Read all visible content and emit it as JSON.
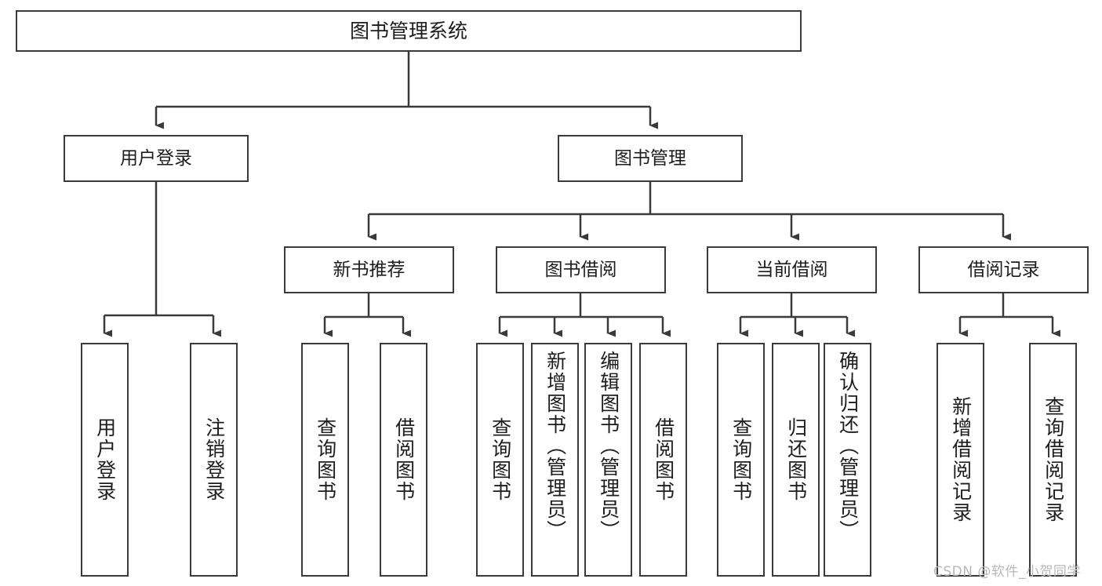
{
  "diagram": {
    "type": "tree-hierarchy-flowchart",
    "root": {
      "id": "root",
      "label": "图书管理系统"
    },
    "level1": [
      {
        "id": "user-login",
        "label": "用户登录"
      },
      {
        "id": "book-management",
        "label": "图书管理"
      }
    ],
    "level2": [
      {
        "id": "new-book-recommend",
        "label": "新书推荐",
        "parent": "book-management"
      },
      {
        "id": "book-borrow",
        "label": "图书借阅",
        "parent": "book-management"
      },
      {
        "id": "current-borrow",
        "label": "当前借阅",
        "parent": "book-management"
      },
      {
        "id": "borrow-record",
        "label": "借阅记录",
        "parent": "book-management"
      }
    ],
    "leaves": [
      {
        "id": "leaf-user-login",
        "label": "用户登录",
        "parent": "user-login"
      },
      {
        "id": "leaf-logout-login",
        "label": "注销登录",
        "parent": "user-login"
      },
      {
        "id": "leaf-query-book-1",
        "label": "查询图书",
        "parent": "new-book-recommend"
      },
      {
        "id": "leaf-borrow-book-1",
        "label": "借阅图书",
        "parent": "new-book-recommend"
      },
      {
        "id": "leaf-query-book-2",
        "label": "查询图书",
        "parent": "book-borrow"
      },
      {
        "id": "leaf-add-book",
        "label": "新增图书（管理员）",
        "parent": "book-borrow"
      },
      {
        "id": "leaf-edit-book",
        "label": "编辑图书（管理员）",
        "parent": "book-borrow"
      },
      {
        "id": "leaf-borrow-book-2",
        "label": "借阅图书",
        "parent": "book-borrow"
      },
      {
        "id": "leaf-query-book-3",
        "label": "查询图书",
        "parent": "current-borrow"
      },
      {
        "id": "leaf-return-book",
        "label": "归还图书",
        "parent": "current-borrow"
      },
      {
        "id": "leaf-confirm-return",
        "label": "确认归还（管理员）",
        "parent": "current-borrow"
      },
      {
        "id": "leaf-add-record",
        "label": "新增借阅记录",
        "parent": "borrow-record"
      },
      {
        "id": "leaf-query-record",
        "label": "查询借阅记录",
        "parent": "borrow-record"
      }
    ],
    "watermark": "CSDN @软件_小贺同学",
    "colors": {
      "background": "#ffffff",
      "box_border": "#3a3a3a",
      "box_fill": "#ffffff",
      "text": "#1d1d1d",
      "connector": "#3a3a3a",
      "watermark": "#b8b8b8"
    }
  }
}
